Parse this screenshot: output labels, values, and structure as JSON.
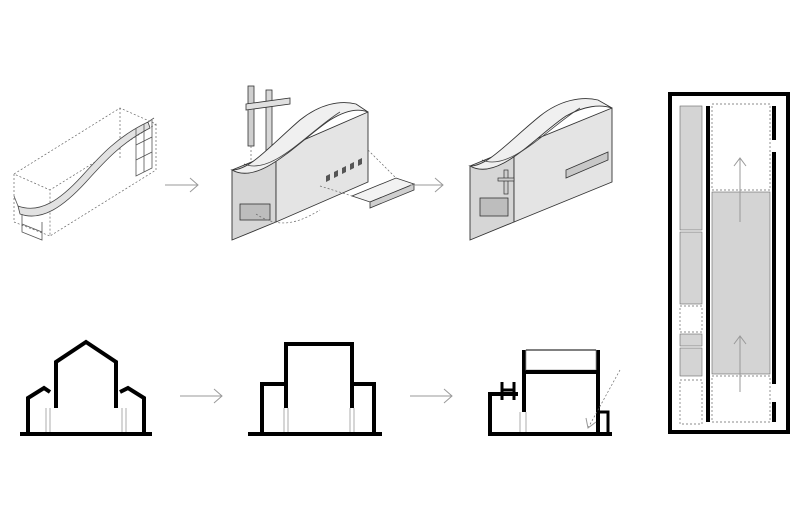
{
  "diagram": {
    "background": "#ffffff",
    "stroke_color": "#000000",
    "fill_light": "#e6e6e6",
    "fill_mid": "#d2d2d2",
    "fill_dark": "#bdbdbd",
    "arrow_color": "#999999",
    "steps": [
      {
        "row": "axonometric",
        "stage": 1
      },
      {
        "row": "axonometric",
        "stage": 2
      },
      {
        "row": "axonometric",
        "stage": 3
      },
      {
        "row": "section",
        "stage": 1
      },
      {
        "row": "section",
        "stage": 2
      },
      {
        "row": "section",
        "stage": 3
      }
    ],
    "plan": {
      "icon": "floor-plan"
    }
  }
}
